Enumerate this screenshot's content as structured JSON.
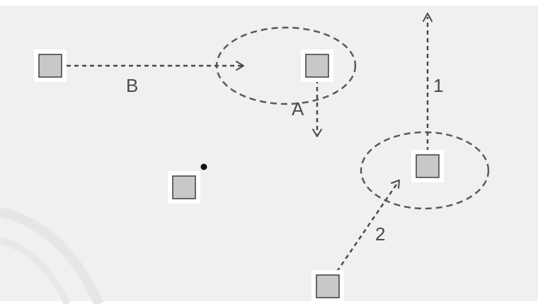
{
  "labels": {
    "a": "A",
    "b": "B",
    "one": "1",
    "two": "2"
  },
  "colors": {
    "background": "#f0f0f0",
    "node_fill": "#c8c8c8",
    "node_stroke": "#3c3c3c",
    "line": "#4a4a4a"
  }
}
